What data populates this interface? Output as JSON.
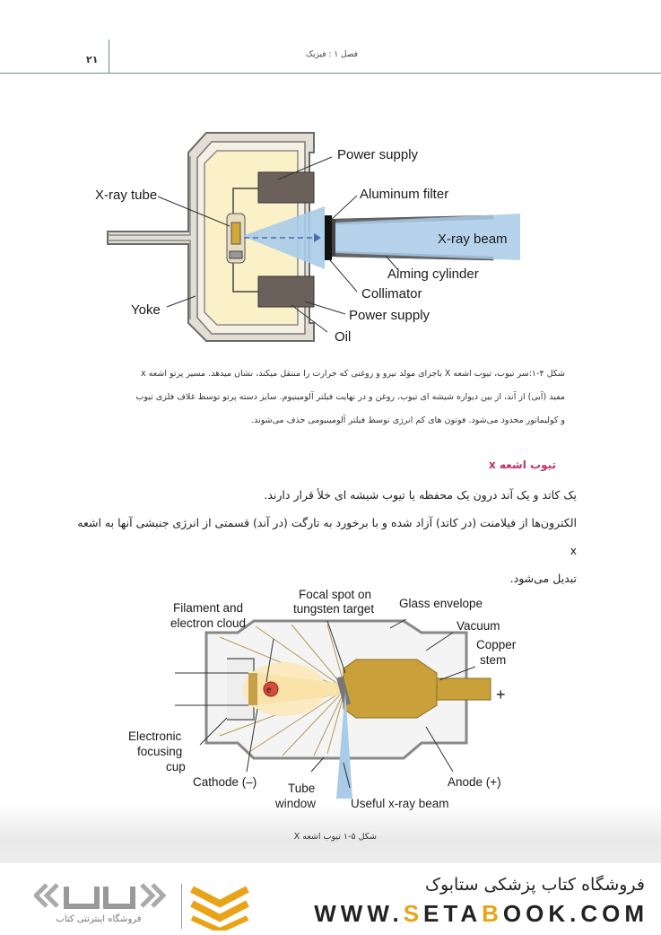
{
  "header": {
    "page_number": "۲۱",
    "chapter": "فصل ۱ : فیزیک"
  },
  "figure1": {
    "labels": {
      "power_supply_top": "Power supply",
      "aluminum_filter": "Aluminum filter",
      "xray_tube": "X-ray tube",
      "xray_beam": "X-ray beam",
      "aiming_cylinder": "Aiming cylinder",
      "collimator": "Collimator",
      "yoke": "Yoke",
      "power_supply_bottom": "Power supply",
      "oil": "Oil"
    },
    "caption_lines": [
      "شکل ۴-۱:سر تیوب، تیوب اشعه X باجزای مولد نیرو و روغنی که حرارت را منتقل میکند، نشان میدهد. مسیر پرتو اشعه x",
      "مفید (آبی) از آند، از بین دیواره شیشه ای تیوب، روغن و در نهایت فیلتر آلومینیوم. سایز دسته پرتو توسط غلاف فلزی تیوب",
      "و کولیماتور محدود می‌شود. فوتون های کم انرژی توسط فیلتر آلومینیومی حذف می‌شوند."
    ]
  },
  "section": {
    "title": "تیوب اشعه x",
    "paragraph_lines": [
      "یک کاتد و یک آند درون یک محفظه یا تیوب شیشه ای خلأ قرار دارند.",
      "الکترون‌ها از فیلامنت (در کاتد) آزاد شده و با برخورد به تارگت (در آند) قسمتی از انرژی جنبشی آنها به اشعه x",
      "تبدیل می‌شود."
    ]
  },
  "figure2": {
    "labels": {
      "filament_1": "Filament and",
      "filament_2": "electron cloud",
      "focal_1": "Focal spot on",
      "focal_2": "tungsten target",
      "glass_envelope": "Glass envelope",
      "vacuum": "Vacuum",
      "copper_1": "Copper",
      "copper_2": "stem",
      "electron": "e",
      "plus": "+",
      "focusing_1": "Electronic",
      "focusing_2": "focusing",
      "focusing_3": "cup",
      "cathode": "Cathode (–)",
      "tube_1": "Tube",
      "tube_2": "window",
      "useful_beam": "Useful x-ray beam",
      "anode": "Anode (+)"
    },
    "caption": "شکل ۵-۱ تیوب اشعه X"
  },
  "footer": {
    "store_title": "فروشگاه کتاب پزشکی ستابوک",
    "url_parts": [
      "WWW.",
      "S",
      "ETA",
      "B",
      "OOK.COM"
    ],
    "logo_text": "فروشگاه اینترنتی کتاب"
  },
  "colors": {
    "accent": "#c0306a",
    "brand_orange": "#e8a317",
    "beam_blue": "#a9cbe8",
    "anode_gold": "#c9a03a"
  }
}
